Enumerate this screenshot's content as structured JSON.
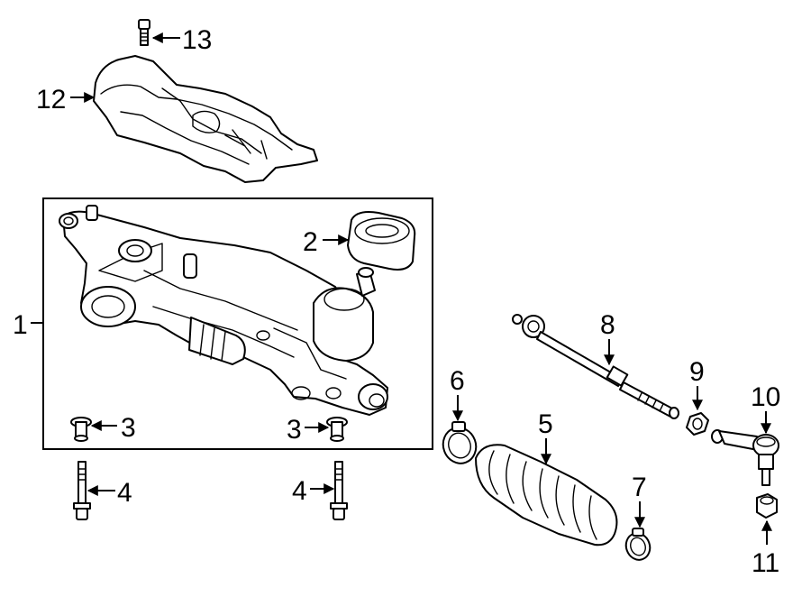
{
  "callouts": [
    {
      "id": "c13",
      "label": "13"
    },
    {
      "id": "c12",
      "label": "12"
    },
    {
      "id": "c2",
      "label": "2"
    },
    {
      "id": "c1",
      "label": "1"
    },
    {
      "id": "c3a",
      "label": "3"
    },
    {
      "id": "c3b",
      "label": "3"
    },
    {
      "id": "c4a",
      "label": "4"
    },
    {
      "id": "c4b",
      "label": "4"
    },
    {
      "id": "c6",
      "label": "6"
    },
    {
      "id": "c5",
      "label": "5"
    },
    {
      "id": "c7",
      "label": "7"
    },
    {
      "id": "c8",
      "label": "8"
    },
    {
      "id": "c9",
      "label": "9"
    },
    {
      "id": "c10",
      "label": "10"
    },
    {
      "id": "c11",
      "label": "11"
    }
  ],
  "colors": {
    "line": "#000000",
    "background": "#ffffff"
  }
}
